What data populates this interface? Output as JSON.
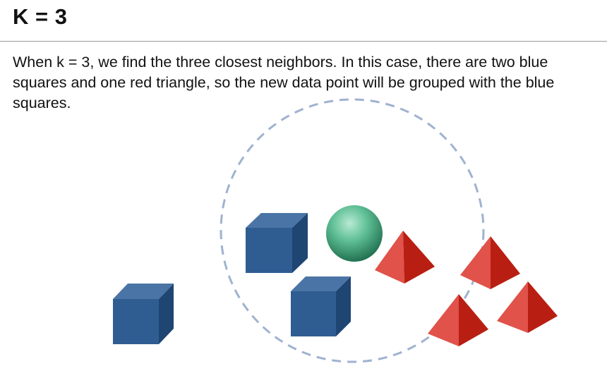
{
  "slide": {
    "title": "K = 3",
    "description": "When k = 3, we find the three closest neighbors. In this case, there are two blue squares and one red triangle, so the new data point will be grouped with the blue squares."
  },
  "diagram": {
    "k": 3,
    "neighbor_circle": {
      "style": "dashed",
      "color": "#9fb2cf"
    },
    "new_point": {
      "shape": "sphere",
      "color": "#3fa07a"
    },
    "class_a": {
      "shape": "cube",
      "color": "#2f5d92",
      "count": 3,
      "inside_circle": 2
    },
    "class_b": {
      "shape": "pyramid",
      "color": "#d63a30",
      "count": 4,
      "inside_circle": 1
    }
  }
}
